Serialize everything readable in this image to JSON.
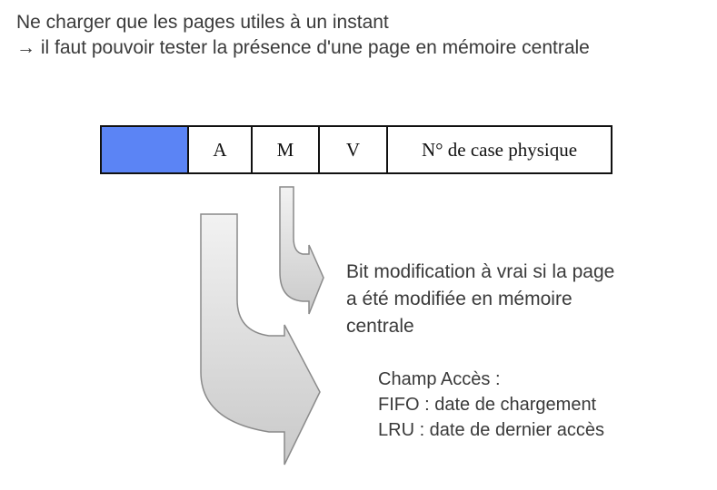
{
  "heading": {
    "line1": "Ne charger que les pages utiles à un instant",
    "line2": "→ il faut pouvoir tester la présence d'une page en mémoire centrale"
  },
  "table": {
    "presence_color": "#5b84f5",
    "cells": {
      "a": "A",
      "m": "M",
      "v": "V",
      "frame": "N° de case physique"
    }
  },
  "notes": {
    "modification": [
      "Bit modification à vrai si la page",
      "a été modifiée en mémoire",
      "centrale"
    ],
    "access": [
      "Champ Accès :",
      "FIFO : date de chargement",
      "LRU : date de dernier accès"
    ]
  },
  "colors": {
    "arrow_fill_top": "#f2f2f2",
    "arrow_fill_bottom": "#c9c9c9",
    "arrow_stroke": "#8a8a8a"
  }
}
